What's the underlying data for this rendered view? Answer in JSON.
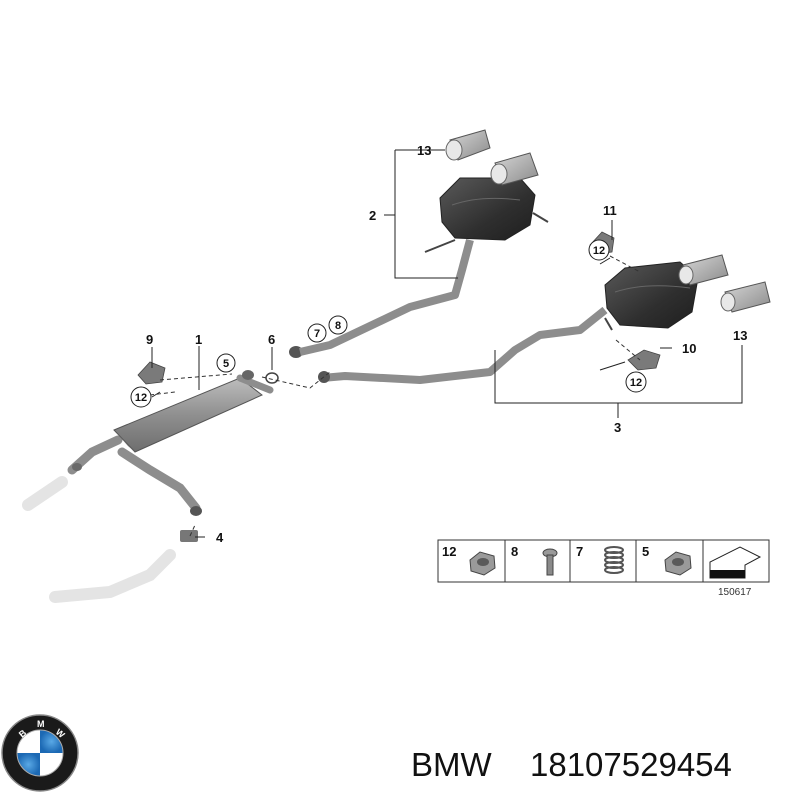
{
  "callouts": {
    "c1": "1",
    "c2": "2",
    "c3": "3",
    "c4": "4",
    "c6": "6",
    "c9": "9",
    "c10": "10",
    "c11": "11",
    "c13a": "13",
    "c13b": "13"
  },
  "circled": {
    "c5": "5",
    "c7": "7",
    "c8": "8",
    "c12a": "12",
    "c12b": "12",
    "c12c": "12"
  },
  "legend": {
    "items": [
      "12",
      "8",
      "7",
      "5"
    ]
  },
  "diagram_id": "150617",
  "caption": {
    "brand": "BMW",
    "part_number": "18107529454"
  },
  "colors": {
    "pipe": "#8d8d8d",
    "muffler_dark": "#3a3a3a",
    "muffler_mid": "#9a9a9a",
    "ghost": "#e6e6e6"
  }
}
